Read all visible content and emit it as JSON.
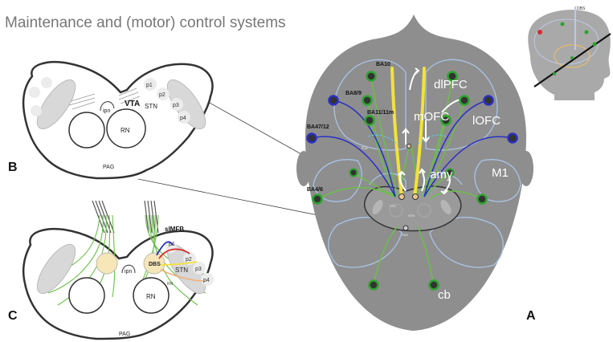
{
  "title": "Maintenance and (motor) control systems",
  "panels": {
    "a": "A",
    "b": "B",
    "c": "C"
  },
  "panel_b": {
    "labels": {
      "ipn": "ipn",
      "vta": "VTA",
      "stn": "STN",
      "rn": "RN",
      "pag": "PAG",
      "p1": "p1",
      "p2": "p2",
      "p3": "p3",
      "p4": "p4"
    }
  },
  "panel_c": {
    "labels": {
      "slmfb": "slMFB",
      "ipn": "ipn",
      "dbs": "DBS",
      "stn": "STN",
      "rn": "RN",
      "rn_small": "RN",
      "pag": "PAG",
      "p1": "p1",
      "p2": "p2",
      "p3": "p3",
      "p4": "p4"
    }
  },
  "panel_a": {
    "region_labels": {
      "ba10": "BA10",
      "ba89": "BA8/9",
      "ba1111m": "BA11/11m",
      "ba4712": "BA47/12",
      "ba46": "BA4/6"
    },
    "big_labels": {
      "dlpfc": "dlPFC",
      "mofc": "mOFC",
      "lofc": "lOFC",
      "amy": "amy",
      "m1": "M1",
      "cb": "cb"
    },
    "tiny_labels": {
      "ics": "ICs",
      "vta": "VTA",
      "stn": "STN",
      "pag": "PAG"
    }
  },
  "inset": {
    "dbs": "DBS"
  },
  "colors": {
    "brain": "#8e8e8e",
    "outline": "#a9c4e8",
    "fiber_green": "#6cbf4a",
    "node_green": "#2ea32e",
    "yellow": "#f2e23a",
    "blue": "#2a2fc4",
    "red": "#d62c2c",
    "line": "#555555"
  }
}
